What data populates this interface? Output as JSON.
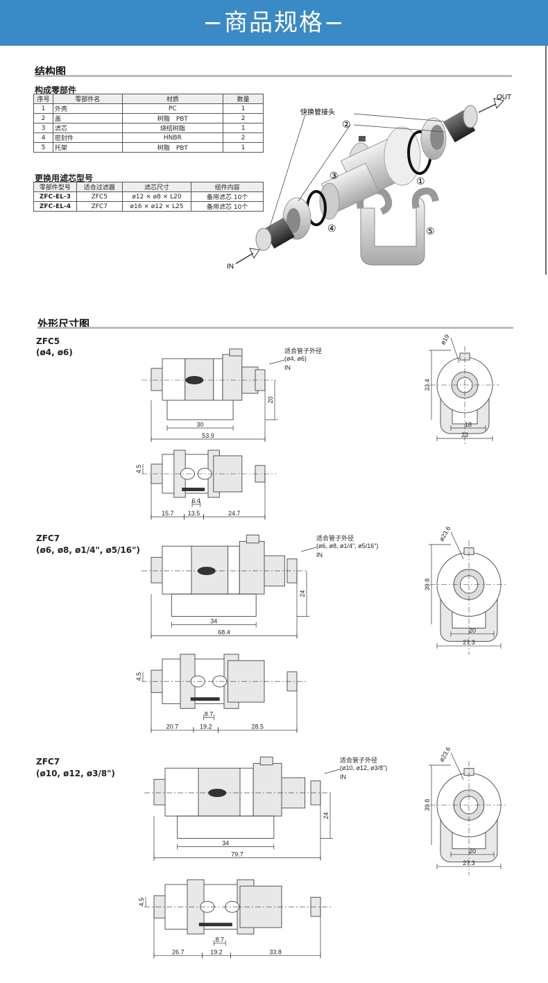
{
  "banner": {
    "title": "−商品规格−",
    "color": "#3a8ac6"
  },
  "structure": {
    "heading": "结构图",
    "parts_table": {
      "title": "构成零部件",
      "headers": [
        "序号",
        "零部件名",
        "材质",
        "数量"
      ],
      "rows": [
        [
          "1",
          "外壳",
          "PC",
          "1"
        ],
        [
          "2",
          "盖",
          "树脂　PBT",
          "2"
        ],
        [
          "3",
          "滤芯",
          "烧结树脂",
          "1"
        ],
        [
          "4",
          "密封件",
          "HNBR",
          "2"
        ],
        [
          "5",
          "托架",
          "树脂　PBT",
          "1"
        ]
      ]
    },
    "filter_table": {
      "title": "更换用滤芯型号",
      "headers": [
        "零部件型号",
        "适合过滤器",
        "滤芯尺寸",
        "组件内容"
      ],
      "rows": [
        [
          "ZFC-EL-3",
          "ZFC5",
          "ø12 × ø8 × L20",
          "备用滤芯  10个"
        ],
        [
          "ZFC-EL-4",
          "ZFC7",
          "ø16 × ø12 × L25",
          "备用滤芯  10个"
        ]
      ]
    },
    "diagram": {
      "quick_connector_label": "快换管接头",
      "out_label": "OUT",
      "in_label": "IN",
      "callouts": [
        "①",
        "②",
        "③",
        "④",
        "⑤"
      ]
    }
  },
  "dimensions": {
    "heading": "外形尺寸图",
    "models": [
      {
        "name": "ZFC5",
        "sizes": "(ø4, ø6)",
        "pipe_note": "适合管子外径",
        "pipe_sizes": "(ø4, ø6)",
        "in_label": "IN",
        "front": {
          "length": "53.9",
          "body": "30",
          "height": "20"
        },
        "top": {
          "left": "15.7",
          "mid": "13.5",
          "right": "24.7",
          "slot": "6.4",
          "offset": "4.5"
        },
        "end": {
          "dia": "ø19",
          "height": "33.4",
          "inner": "18",
          "width": "23"
        }
      },
      {
        "name": "ZFC7",
        "sizes": "(ø6, ø8, ø1/4\", ø5/16\")",
        "pipe_note": "适合管子外径",
        "pipe_sizes": "(ø6, ø8, ø1/4\", ø5/16\")",
        "in_label": "IN",
        "front": {
          "length": "68.4",
          "body": "34",
          "height": "24"
        },
        "top": {
          "left": "20.7",
          "mid": "19.2",
          "right": "28.5",
          "slot": "8.7",
          "offset": "4.5"
        },
        "end": {
          "dia": "ø23.6",
          "height": "39.8",
          "inner": "20",
          "width": "27.3"
        }
      },
      {
        "name": "ZFC7",
        "sizes": "(ø10, ø12, ø3/8\")",
        "pipe_note": "适合管子外径",
        "pipe_sizes": "(ø10, ø12, ø3/8\")",
        "in_label": "IN",
        "front": {
          "length": "79.7",
          "body": "34",
          "height": "24"
        },
        "top": {
          "left": "26.7",
          "mid": "19.2",
          "right": "33.8",
          "slot": "8.7",
          "offset": "4.5"
        },
        "end": {
          "dia": "ø23.6",
          "height": "39.8",
          "inner": "20",
          "width": "27.3"
        }
      }
    ]
  }
}
